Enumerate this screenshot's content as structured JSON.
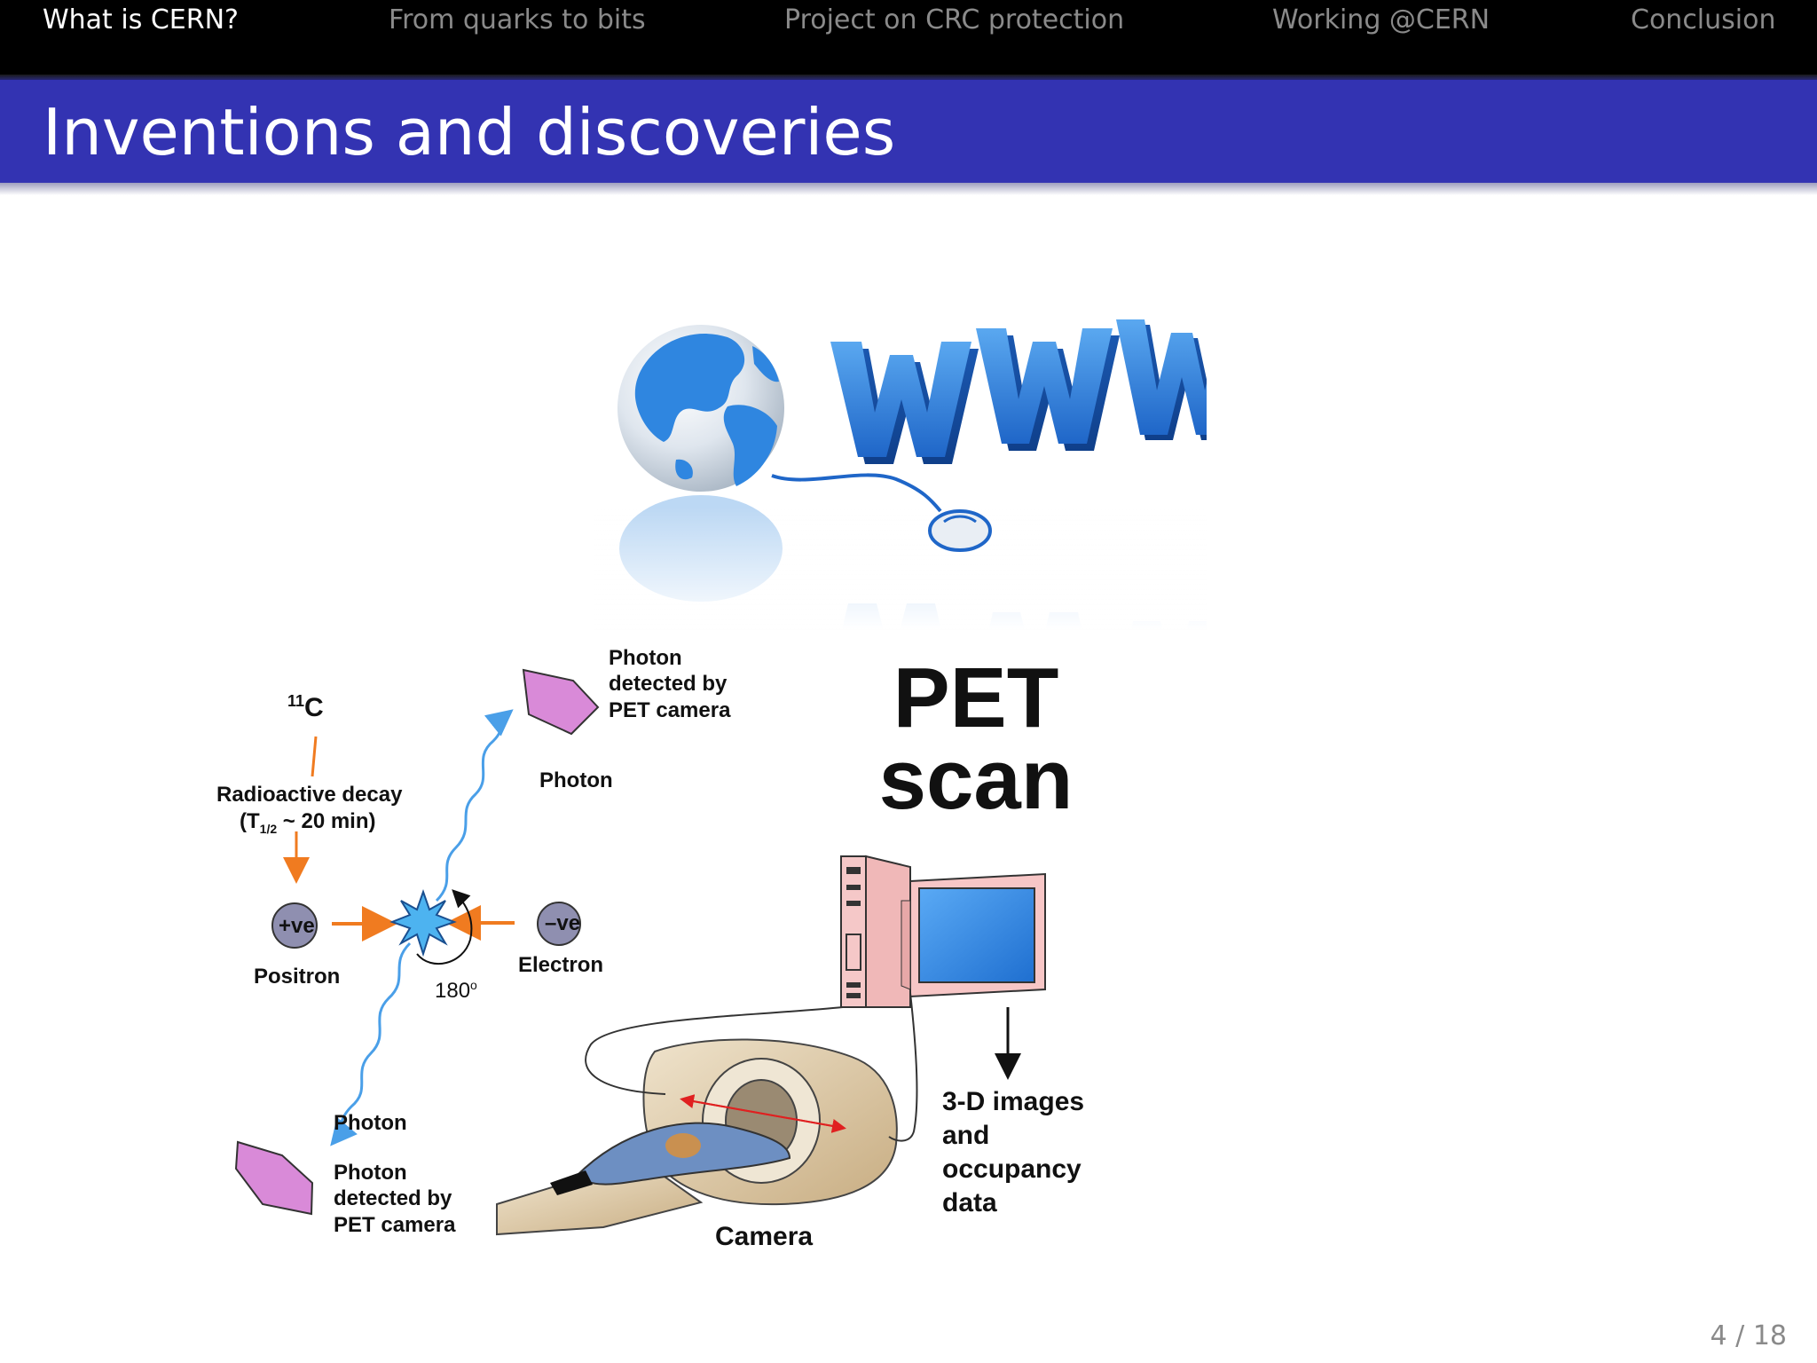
{
  "nav": {
    "items": [
      {
        "label": "What is CERN?",
        "active": true
      },
      {
        "label": "From quarks to bits",
        "active": false
      },
      {
        "label": "Project on CRC protection",
        "active": false
      },
      {
        "label": "Working @CERN",
        "active": false
      },
      {
        "label": "Conclusion",
        "active": false
      }
    ]
  },
  "frame": {
    "title": "Inventions and discoveries"
  },
  "www_image": {
    "text": "WWW"
  },
  "pet": {
    "title_line1": "PET",
    "title_line2": "scan",
    "isotope_sup": "11",
    "isotope": "C",
    "decay_line1": "Radioactive decay",
    "decay_line2_prefix": "(T",
    "decay_line2_sub": "1/2",
    "decay_line2_suffix": " ~ 20 min)",
    "positron_symbol": "+ve",
    "positron_label": "Positron",
    "electron_symbol": "–ve",
    "electron_label": "Electron",
    "angle": "180",
    "angle_sup": "o",
    "photon_top": "Photon",
    "photon_bottom": "Photon",
    "detected_top": [
      "Photon",
      "detected by",
      "PET camera"
    ],
    "detected_bottom": [
      "Photon",
      "detected by",
      "PET camera"
    ],
    "camera_label": "Camera",
    "output": [
      "3-D images",
      "and",
      "occupancy",
      "data"
    ]
  },
  "footer": {
    "page": "4 / 18"
  },
  "colors": {
    "title_bar": "#3333b2",
    "nav_bg": "#000000",
    "nav_inactive": "#8a8a8a",
    "photon_wave": "#4a9fe8",
    "decay_arrow": "#f07b20",
    "detector": "#d98ad8",
    "monitor_frame": "#f7c6c6",
    "monitor_screen": "#3b8fe6"
  }
}
